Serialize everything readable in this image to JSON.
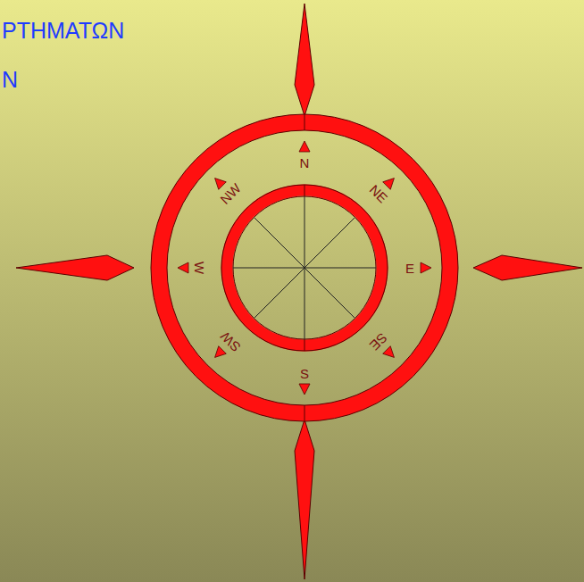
{
  "diagram": {
    "labels": [
      "ΡΤΗΜΑΤΩΝ",
      "N",
      "N",
      "NE",
      "E",
      "SE",
      "S",
      "SW",
      "W",
      "NW"
    ]
  }
}
